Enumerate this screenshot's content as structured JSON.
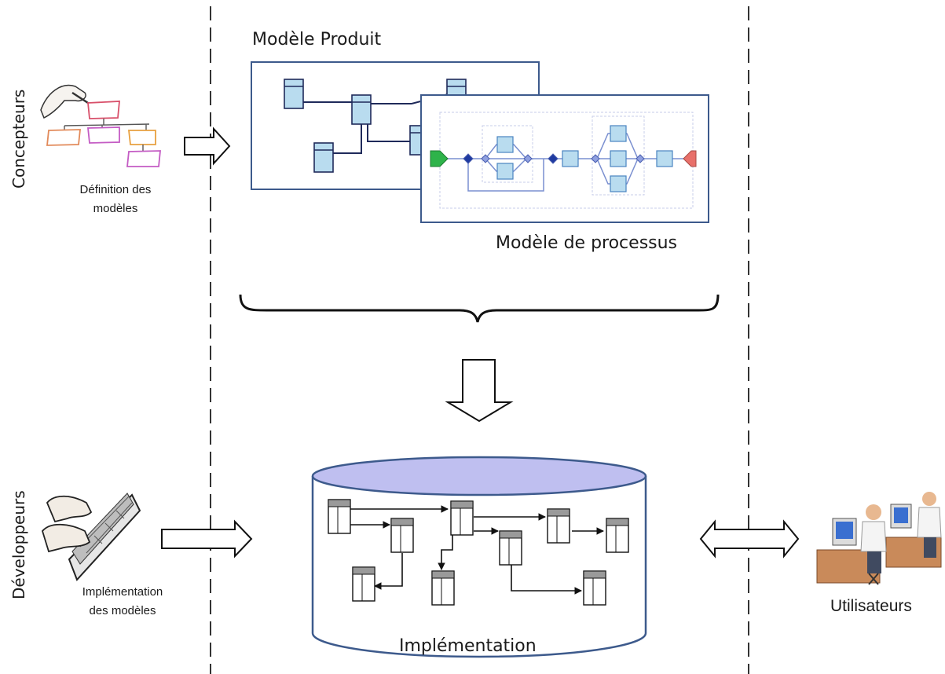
{
  "roles": {
    "designers": "Concepteurs",
    "developers": "Développeurs",
    "users": "Utilisateurs"
  },
  "captions": {
    "definition_line1": "Définition des",
    "definition_line2": "modèles",
    "implementation_line1": "Implémentation",
    "implementation_line2": "des modèles"
  },
  "models": {
    "product": "Modèle Produit",
    "process": "Modèle de processus",
    "implementation": "Implémentation"
  },
  "colors": {
    "frame_border": "#3d5a8c",
    "table_fill": "#b9dcef",
    "start_node": "#2eb34a",
    "end_node": "#e8706a",
    "database_top": "#bfbff0"
  },
  "icons": [
    "hand-drawing-org-chart-icon",
    "keyboard-typing-icon",
    "users-at-computers-icon"
  ]
}
